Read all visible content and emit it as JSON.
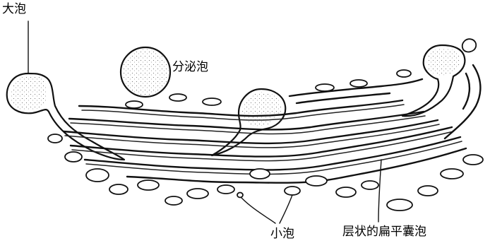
{
  "labels": {
    "large_vacuole": "大泡",
    "secretory_vesicle": "分泌泡",
    "small_vesicle": "小泡",
    "flattened_cisternae": "层状的扁平囊泡"
  },
  "colors": {
    "ink": "#111111",
    "background": "#ffffff"
  }
}
